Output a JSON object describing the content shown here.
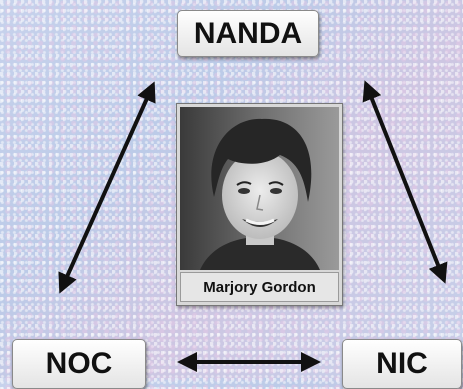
{
  "nodes": {
    "top": "NANDA",
    "bottom_left": "NOC",
    "bottom_right": "NIC"
  },
  "portrait": {
    "caption": "Marjory Gordon"
  },
  "colors": {
    "background": "#c2cde8",
    "arrow": "#111111",
    "box_fill": "#ffffff"
  }
}
